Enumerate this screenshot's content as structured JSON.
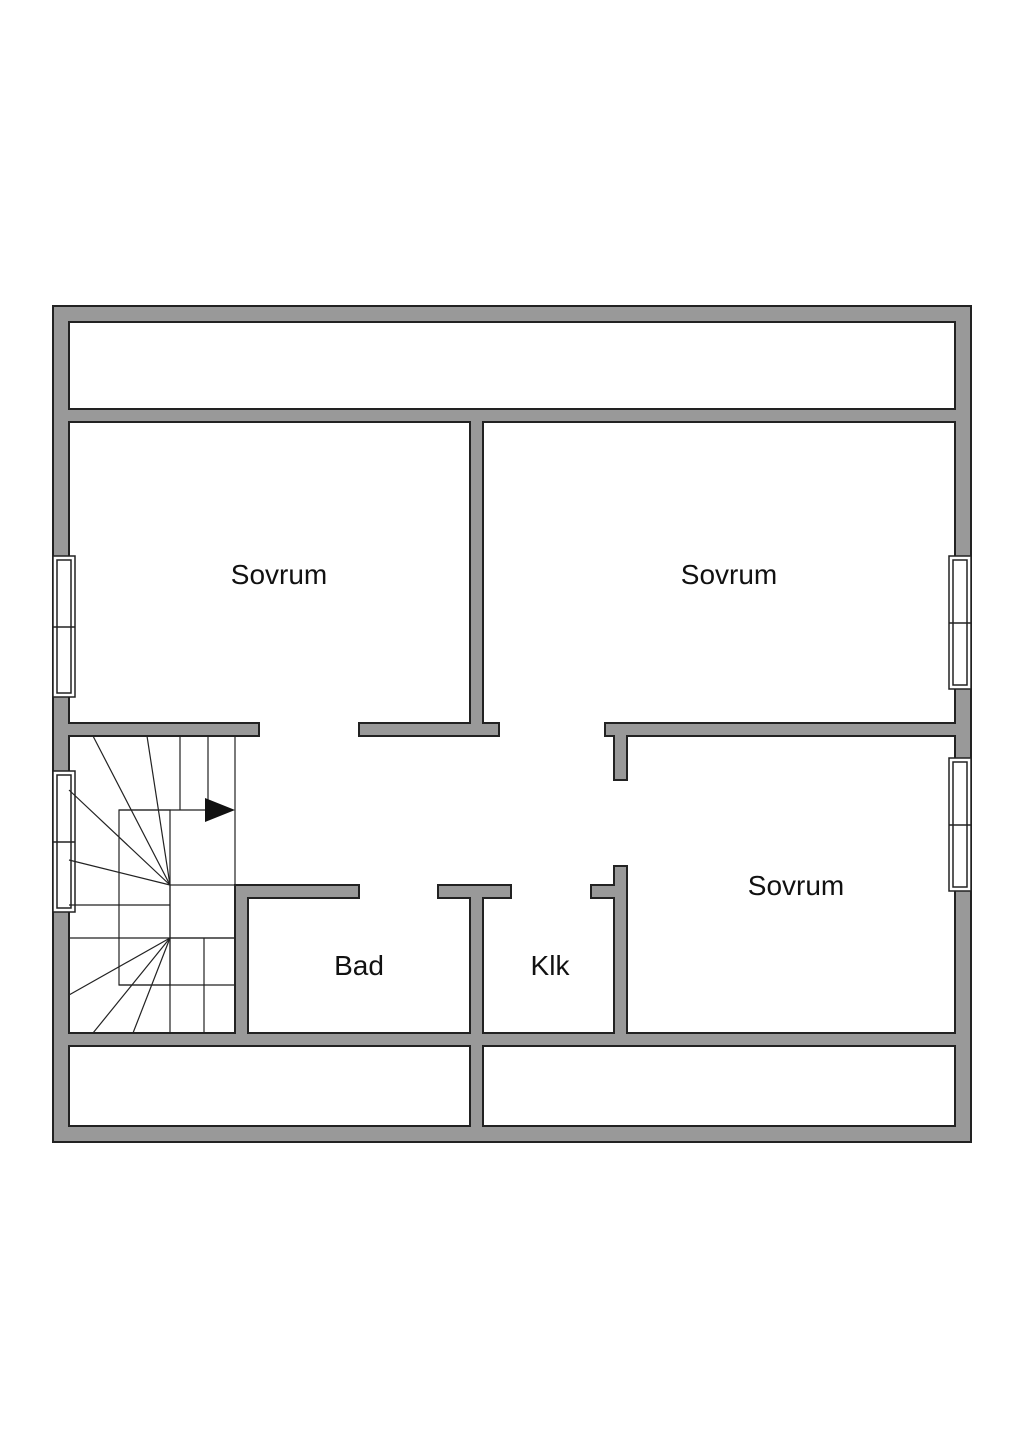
{
  "floorplan": {
    "rooms": {
      "bedroom_top_left": {
        "label": "Sovrum"
      },
      "bedroom_top_right": {
        "label": "Sovrum"
      },
      "bedroom_bottom_right": {
        "label": "Sovrum"
      },
      "bathroom": {
        "label": "Bad"
      },
      "closet": {
        "label": "Klk"
      }
    },
    "stairs": {
      "direction": "up",
      "arrow": "arrow-right-icon"
    },
    "colors": {
      "wall_fill": "#999999",
      "wall_outline": "#222222",
      "background": "#ffffff",
      "text": "#111111"
    }
  }
}
